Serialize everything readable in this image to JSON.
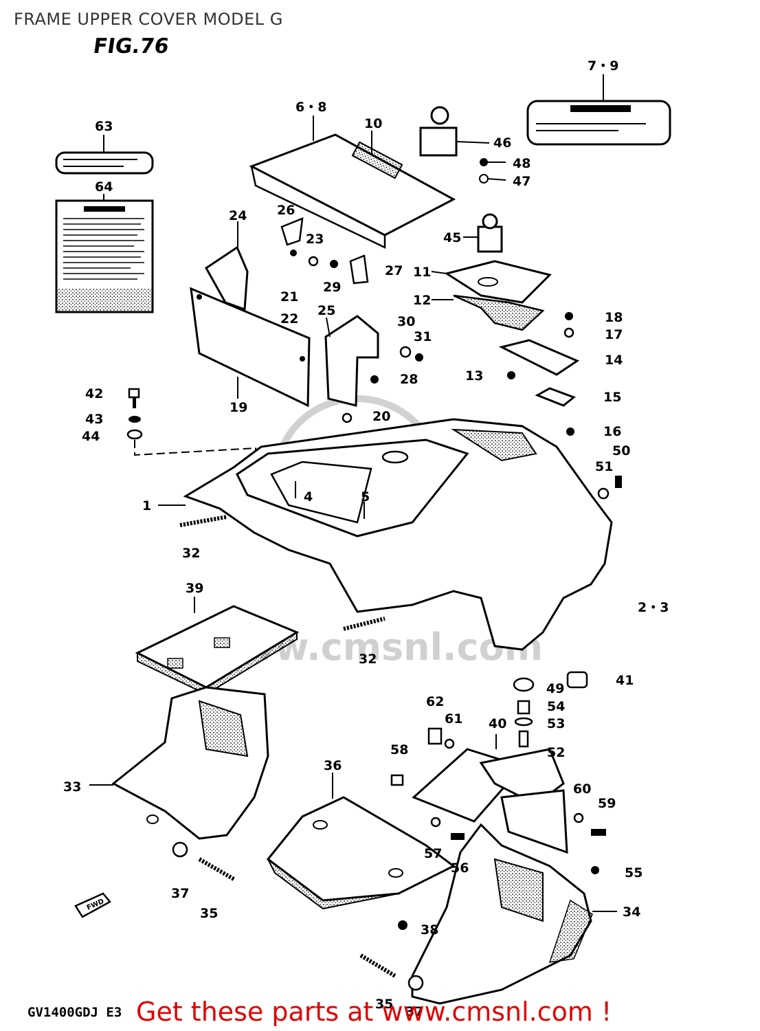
{
  "title": "FRAME UPPER COVER MODEL G",
  "figure": "FIG.76",
  "model_code": "GV1400GDJ E3",
  "promo": "Get these parts at www.cmsnl.com !",
  "watermark": "www.cmsnl.com",
  "fwd_label": "FWD",
  "callouts": [
    {
      "id": "c79",
      "text": "7・9"
    },
    {
      "id": "c68",
      "text": "6・8"
    },
    {
      "id": "c10",
      "text": "10"
    },
    {
      "id": "c63",
      "text": "63"
    },
    {
      "id": "c64",
      "text": "64"
    },
    {
      "id": "c46",
      "text": "46"
    },
    {
      "id": "c48",
      "text": "48"
    },
    {
      "id": "c47",
      "text": "47"
    },
    {
      "id": "c24",
      "text": "24"
    },
    {
      "id": "c26",
      "text": "26"
    },
    {
      "id": "c23",
      "text": "23"
    },
    {
      "id": "c45",
      "text": "45"
    },
    {
      "id": "c27",
      "text": "27"
    },
    {
      "id": "c29",
      "text": "29"
    },
    {
      "id": "c11",
      "text": "11"
    },
    {
      "id": "c21",
      "text": "21"
    },
    {
      "id": "c22",
      "text": "22"
    },
    {
      "id": "c12",
      "text": "12"
    },
    {
      "id": "c25",
      "text": "25"
    },
    {
      "id": "c18",
      "text": "18"
    },
    {
      "id": "c30",
      "text": "30"
    },
    {
      "id": "c17",
      "text": "17"
    },
    {
      "id": "c31",
      "text": "31"
    },
    {
      "id": "c14",
      "text": "14"
    },
    {
      "id": "c13",
      "text": "13"
    },
    {
      "id": "c28",
      "text": "28"
    },
    {
      "id": "c42",
      "text": "42"
    },
    {
      "id": "c15",
      "text": "15"
    },
    {
      "id": "c19",
      "text": "19"
    },
    {
      "id": "c43",
      "text": "43"
    },
    {
      "id": "c20",
      "text": "20"
    },
    {
      "id": "c44",
      "text": "44"
    },
    {
      "id": "c16",
      "text": "16"
    },
    {
      "id": "c50",
      "text": "50"
    },
    {
      "id": "c51",
      "text": "51"
    },
    {
      "id": "c4",
      "text": "4"
    },
    {
      "id": "c1",
      "text": "1"
    },
    {
      "id": "c5",
      "text": "5"
    },
    {
      "id": "c32a",
      "text": "32"
    },
    {
      "id": "c39",
      "text": "39"
    },
    {
      "id": "c23b",
      "text": "2・3"
    },
    {
      "id": "c32b",
      "text": "32"
    },
    {
      "id": "c41",
      "text": "41"
    },
    {
      "id": "c49",
      "text": "49"
    },
    {
      "id": "c62",
      "text": "62"
    },
    {
      "id": "c54",
      "text": "54"
    },
    {
      "id": "c61",
      "text": "61"
    },
    {
      "id": "c40",
      "text": "40"
    },
    {
      "id": "c53",
      "text": "53"
    },
    {
      "id": "c58",
      "text": "58"
    },
    {
      "id": "c52",
      "text": "52"
    },
    {
      "id": "c36",
      "text": "36"
    },
    {
      "id": "c33",
      "text": "33"
    },
    {
      "id": "c60",
      "text": "60"
    },
    {
      "id": "c59",
      "text": "59"
    },
    {
      "id": "c57",
      "text": "57"
    },
    {
      "id": "c56",
      "text": "56"
    },
    {
      "id": "c55",
      "text": "55"
    },
    {
      "id": "c37a",
      "text": "37"
    },
    {
      "id": "c35a",
      "text": "35"
    },
    {
      "id": "c34",
      "text": "34"
    },
    {
      "id": "c38",
      "text": "38"
    },
    {
      "id": "c35b",
      "text": "35"
    },
    {
      "id": "c37b",
      "text": "37"
    }
  ]
}
